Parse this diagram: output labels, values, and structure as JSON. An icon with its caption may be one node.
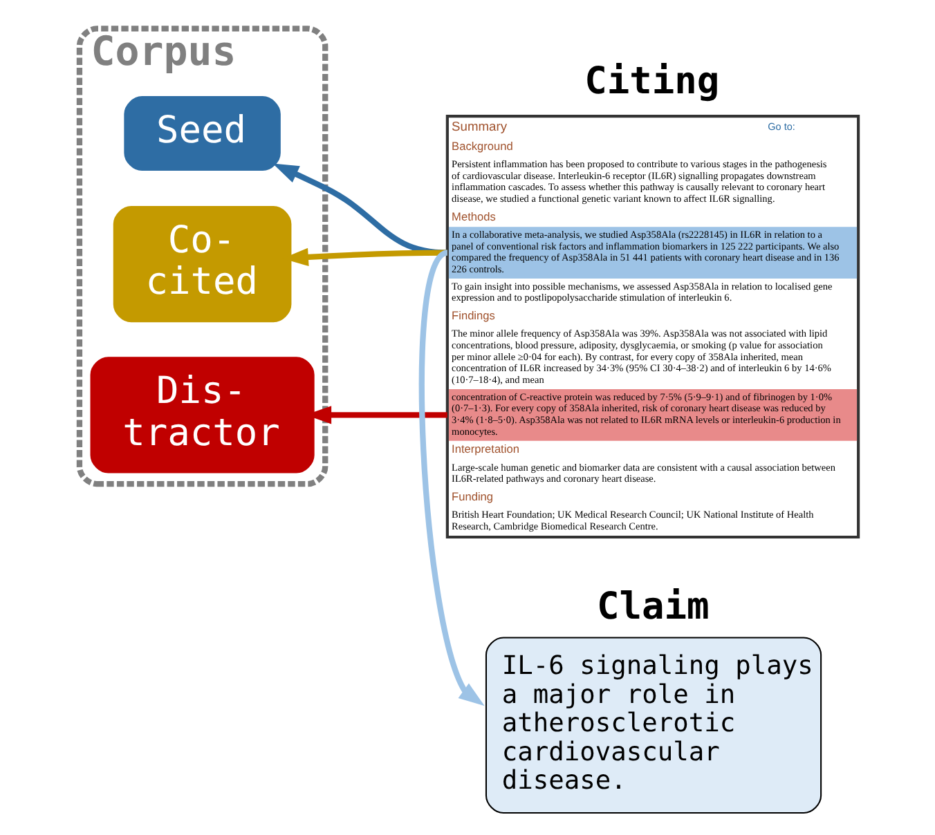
{
  "diagram": {
    "nodes": [
      {
        "text": [
          "Corpus"
        ]
      },
      {
        "text": [
          "Seed"
        ],
        "in": 0
      },
      {
        "text": [
          "Co- cited"
        ],
        "in": 0
      },
      {
        "text": [
          "Dis- tractor"
        ],
        "in": 0
      },
      {
        "text": [
          "Citing",
          "Summary",
          "Go to:",
          "Background",
          "Persistent inflammation has been proposed to contribute to various stages in the pathogenesis of cardiovascular disease. Interleukin-6 receptor (IL6R) signalling propagates downstream inflammation cascades. To assess whether this pathway is causally relevant to coronary heart disease, we studied a functional genetic variant known to affect IL6R signalling.",
          "Methods",
          "In a collaborative meta-analysis, we studied Asp358Ala (rs2228145) in IL6R in relation to a panel of conventional risk factors and inflammation biomarkers in 125 222 participants. We also compared the frequency of Asp358Ala in 51 441 patients with coronary heart disease and in 136 226 controls.",
          "To gain insight into possible mechanisms, we assessed Asp358Ala in relation to localised gene expression and to postlipopolysaccharide stimulation of interleukin 6.",
          "Findings",
          "The minor allele frequency of Asp358Ala was 39%. Asp358Ala was not associated with lipid concentrations, blood pressure, adiposity, dysglycaemia, or smoking (p value for association per minor allele ≥0·04 for each). By contrast, for every copy of 358Ala inherited, mean concentration of IL6R increased by 34·3% (95% CI 30·4–38·2) and of interleukin 6 by 14·6% (10·7–18·4), and mean",
          "concentration of C-reactive protein was reduced by 7·5% (5·9–9·1) and of fibrinogen by 1·0% (0·7–1·3). For every copy of 358Ala inherited, risk of coronary heart disease was reduced by 3·4% (1·8–5·0). Asp358Ala was not related to IL6R mRNA levels or interleukin-6 production in monocytes.",
          "Interpretation",
          "Large-scale human genetic and biomarker data are consistent with a causal association between IL6R-related pathways and coronary heart disease.",
          "Funding",
          "British Heart Foundation; UK Medical Research Council; UK National Institute of Health Research, Cambridge Biomedical Research Centre."
        ]
      },
      {
        "text": [
          "Claim",
          "IL-6 signaling plays a major role in atherosclerotic cardiovascular disease."
        ]
      }
    ],
    "edges": [
      {
        "from": 4,
        "to": 1,
        "arrow": "to",
        "color": "#2e6da4"
      },
      {
        "from": 4,
        "to": 2,
        "arrow": "to",
        "color": "#c49a00"
      },
      {
        "from": 4,
        "to": 3,
        "arrow": "to",
        "color": "#c00000"
      },
      {
        "from": 4,
        "to": 5,
        "arrow": "to",
        "color": "#9dc3e6"
      }
    ]
  }
}
